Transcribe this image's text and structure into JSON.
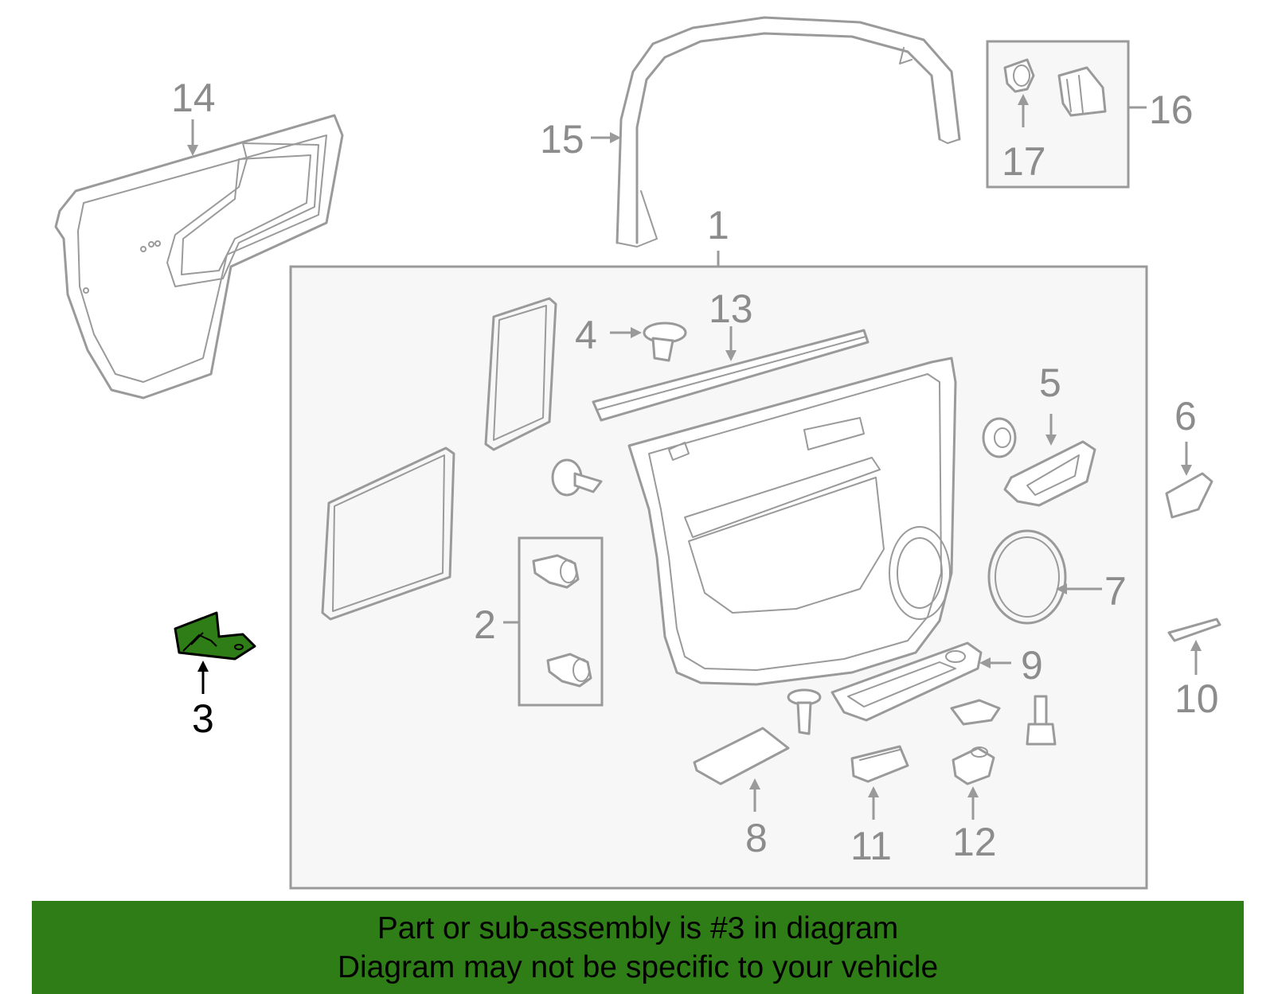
{
  "colors": {
    "highlight": "#2e7d17",
    "line": "#9a9a9a",
    "callout_text": "#8c8c8c",
    "panel_bg": "#f7f7f7"
  },
  "callouts": {
    "c1": "1",
    "c2": "2",
    "c3": "3",
    "c4": "4",
    "c5": "5",
    "c6": "6",
    "c7": "7",
    "c8": "8",
    "c9": "9",
    "c10": "10",
    "c11": "11",
    "c12": "12",
    "c13": "13",
    "c14": "14",
    "c15": "15",
    "c16": "16",
    "c17": "17"
  },
  "highlighted_part": "3",
  "banner": {
    "line1": "Part or sub-assembly is #3 in diagram",
    "line2": "Diagram may not be specific to your vehicle"
  }
}
